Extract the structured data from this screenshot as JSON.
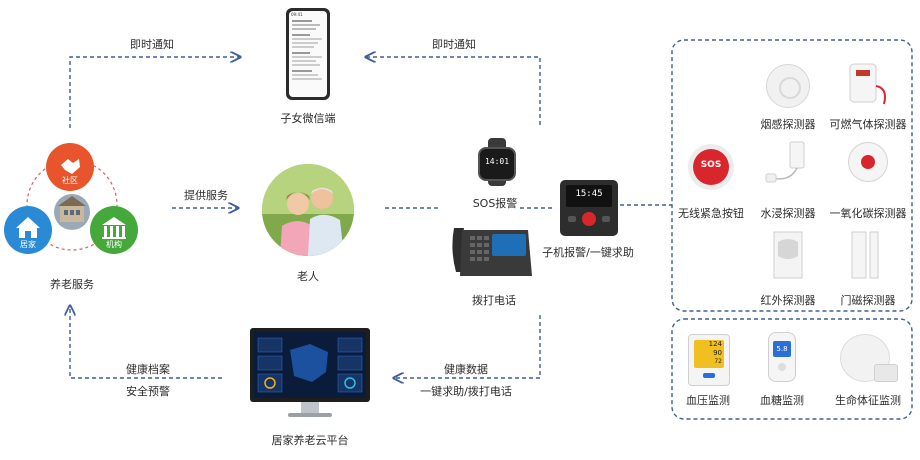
{
  "flow_labels": {
    "notify_left": "即时通知",
    "notify_right": "即时通知",
    "provide_service": "提供服务",
    "health_archive": "健康档案",
    "safety_warning": "安全预警",
    "health_data": "健康数据",
    "sos_call": "一键求助/拨打电话"
  },
  "nodes": {
    "family_wechat": "子女微信端",
    "elderly_care": "养老服务",
    "elderly": "老人",
    "sos_alarm": "SOS报警",
    "phone_call": "拨打电话",
    "gateway": "子机报警/一键求助",
    "cloud_platform": "居家养老云平台"
  },
  "care_circle": {
    "community": "社区",
    "home": "居家",
    "institution": "机构"
  },
  "phone_screen": {
    "status_time": "09:41"
  },
  "gateway_screen": {
    "time": "15:45"
  },
  "sensors": [
    {
      "label": "烟感探测器"
    },
    {
      "label": "可燃气体探测器"
    },
    {
      "label": "无线紧急按钮"
    },
    {
      "label": "水浸探测器"
    },
    {
      "label": "一氧化碳探测器"
    },
    {
      "label": "红外探测器"
    },
    {
      "label": "门磁探测器"
    }
  ],
  "sos_button_text": "SOS",
  "watch_time": "14:01",
  "health_devices": [
    {
      "label": "血压监测"
    },
    {
      "label": "血糖监测"
    },
    {
      "label": "生命体征监测"
    }
  ],
  "bp_display": {
    "sys": "124",
    "dia": "90",
    "pulse": "72"
  },
  "glucose_display": "5.8",
  "colors": {
    "arrow": "#3d5f9e",
    "community": "#e8552c",
    "home": "#2a8ad6",
    "institution": "#45a83a",
    "circle_dash": "#e05a6a",
    "sos_red": "#d9262d"
  }
}
